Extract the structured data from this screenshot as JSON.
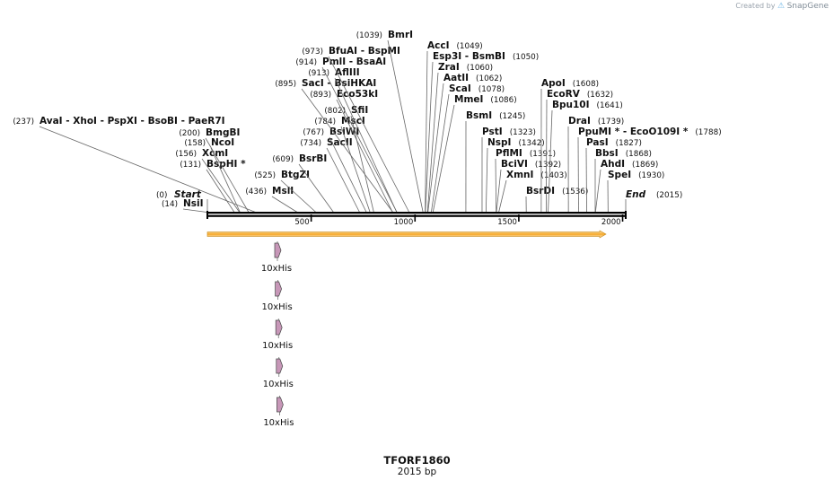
{
  "credit": {
    "prefix": "Created by",
    "brand": "SnapGene"
  },
  "map": {
    "name": "TFORF1860",
    "length_label": "2015 bp",
    "length_bp": 2015,
    "ticks": [
      "500",
      "1000",
      "1500",
      "2000"
    ],
    "start_label": "Start",
    "start_pos_label": "(0)",
    "end_label": "End",
    "end_pos_label": "(2015)"
  },
  "sites": [
    {
      "name": "NsiI",
      "pos": 14,
      "pos_label": "(14)"
    },
    {
      "name": "BspHI *",
      "pos": 131,
      "pos_label": "(131)"
    },
    {
      "name": "XcmI",
      "pos": 156,
      "pos_label": "(156)"
    },
    {
      "name": "NcoI",
      "pos": 158,
      "pos_label": "(158)"
    },
    {
      "name": "BmgBI",
      "pos": 200,
      "pos_label": "(200)"
    },
    {
      "name": "AvaI - XhoI - PspXI - BsoBI - PaeR7I",
      "pos": 237,
      "pos_label": "(237)"
    },
    {
      "name": "MslI",
      "pos": 436,
      "pos_label": "(436)"
    },
    {
      "name": "BtgZI",
      "pos": 525,
      "pos_label": "(525)"
    },
    {
      "name": "BsrBI",
      "pos": 609,
      "pos_label": "(609)"
    },
    {
      "name": "SacII",
      "pos": 734,
      "pos_label": "(734)"
    },
    {
      "name": "BsiWI",
      "pos": 767,
      "pos_label": "(767)"
    },
    {
      "name": "MscI",
      "pos": 784,
      "pos_label": "(784)"
    },
    {
      "name": "SfiI",
      "pos": 802,
      "pos_label": "(802)"
    },
    {
      "name": "Eco53kI",
      "pos": 893,
      "pos_label": "(893)"
    },
    {
      "name": "SacI - BsiHKAI",
      "pos": 895,
      "pos_label": "(895)"
    },
    {
      "name": "AflIII",
      "pos": 913,
      "pos_label": "(913)"
    },
    {
      "name": "PmlI - BsaAI",
      "pos": 914,
      "pos_label": "(914)"
    },
    {
      "name": "BfuAI - BspMI",
      "pos": 973,
      "pos_label": "(973)"
    },
    {
      "name": "BmrI",
      "pos": 1039,
      "pos_label": "(1039)"
    },
    {
      "name": "AccI",
      "pos": 1049,
      "pos_label": "(1049)"
    },
    {
      "name": "Esp3I - BsmBI",
      "pos": 1050,
      "pos_label": "(1050)"
    },
    {
      "name": "ZraI",
      "pos": 1060,
      "pos_label": "(1060)"
    },
    {
      "name": "AatII",
      "pos": 1062,
      "pos_label": "(1062)"
    },
    {
      "name": "ScaI",
      "pos": 1078,
      "pos_label": "(1078)"
    },
    {
      "name": "MmeI",
      "pos": 1086,
      "pos_label": "(1086)"
    },
    {
      "name": "BsmI",
      "pos": 1245,
      "pos_label": "(1245)"
    },
    {
      "name": "PstI",
      "pos": 1323,
      "pos_label": "(1323)"
    },
    {
      "name": "NspI",
      "pos": 1342,
      "pos_label": "(1342)"
    },
    {
      "name": "PflMI",
      "pos": 1391,
      "pos_label": "(1391)"
    },
    {
      "name": "BciVI",
      "pos": 1392,
      "pos_label": "(1392)"
    },
    {
      "name": "XmnI",
      "pos": 1403,
      "pos_label": "(1403)"
    },
    {
      "name": "BsrDI",
      "pos": 1536,
      "pos_label": "(1536)"
    },
    {
      "name": "ApoI",
      "pos": 1608,
      "pos_label": "(1608)"
    },
    {
      "name": "EcoRV",
      "pos": 1632,
      "pos_label": "(1632)"
    },
    {
      "name": "Bpu10I",
      "pos": 1641,
      "pos_label": "(1641)"
    },
    {
      "name": "DraI",
      "pos": 1739,
      "pos_label": "(1739)"
    },
    {
      "name": "PpuMI * - EcoO109I *",
      "pos": 1788,
      "pos_label": "(1788)"
    },
    {
      "name": "PasI",
      "pos": 1827,
      "pos_label": "(1827)"
    },
    {
      "name": "BbsI",
      "pos": 1868,
      "pos_label": "(1868)"
    },
    {
      "name": "AhdI",
      "pos": 1869,
      "pos_label": "(1869)"
    },
    {
      "name": "SpeI",
      "pos": 1930,
      "pos_label": "(1930)"
    }
  ],
  "features": [
    {
      "name": "10xHis"
    },
    {
      "name": "10xHis"
    },
    {
      "name": "10xHis"
    },
    {
      "name": "10xHis"
    },
    {
      "name": "10xHis"
    }
  ],
  "colors": {
    "orf_fill": "#f5a623",
    "feature_fill": "#c797b8",
    "backbone": "#000000",
    "site_line": "#666666"
  }
}
